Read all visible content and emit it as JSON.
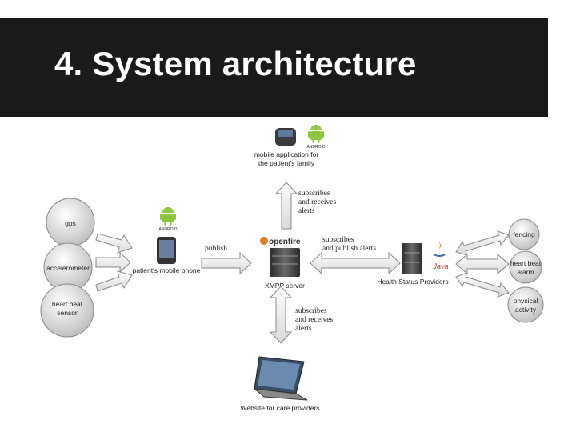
{
  "title": "4. System architecture",
  "diagram": {
    "sensors": [
      "gps",
      "accelerometer",
      "heart beat",
      "sensor"
    ],
    "patient_phone": "patient's mobile phone",
    "android_tag": "ANDROID",
    "publish": "publish",
    "openfire": "openfire",
    "xmpp_server": "XMPP server",
    "family_app": [
      "mobile application for",
      "the patient's family"
    ],
    "subscribes_top": [
      "subscribes",
      "and receives",
      "alerts"
    ],
    "subscribes_publish": [
      "subscribes",
      "and publish alerts"
    ],
    "health_providers": "Health Status Providers",
    "java": "Java",
    "outputs": [
      "fencing",
      "heart beat",
      "alarm",
      "physical",
      "activity"
    ],
    "subscribes_bottom": [
      "subscribes",
      "and receives",
      "alerts"
    ],
    "website": "Website for care providers"
  }
}
